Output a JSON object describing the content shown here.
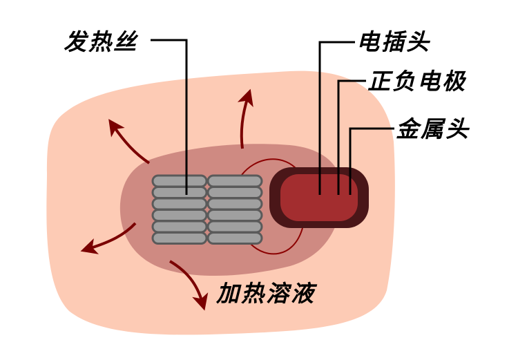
{
  "diagram": {
    "title": "",
    "labels": {
      "heating_wire": "发热丝",
      "plug": "电插头",
      "positive_negative_electrode": "正负电极",
      "metal_head": "金属头",
      "heated_solution": "加热溶液"
    },
    "heating_coil": {
      "columns": 2,
      "rows": 6
    },
    "heat_arrows": 4,
    "colors": {
      "outer_solution": "#fdcbb5",
      "inner_heated_zone": "#cf8a82",
      "coil_fill": "#a0a0a0",
      "coil_stroke": "#5a5a5a",
      "plug_outer": "#4a1618",
      "plug_inner": "#a32d2f",
      "wire": "#8b0000",
      "arrow": "#7a0000",
      "leader_line": "#000000",
      "text": "#000000"
    }
  }
}
